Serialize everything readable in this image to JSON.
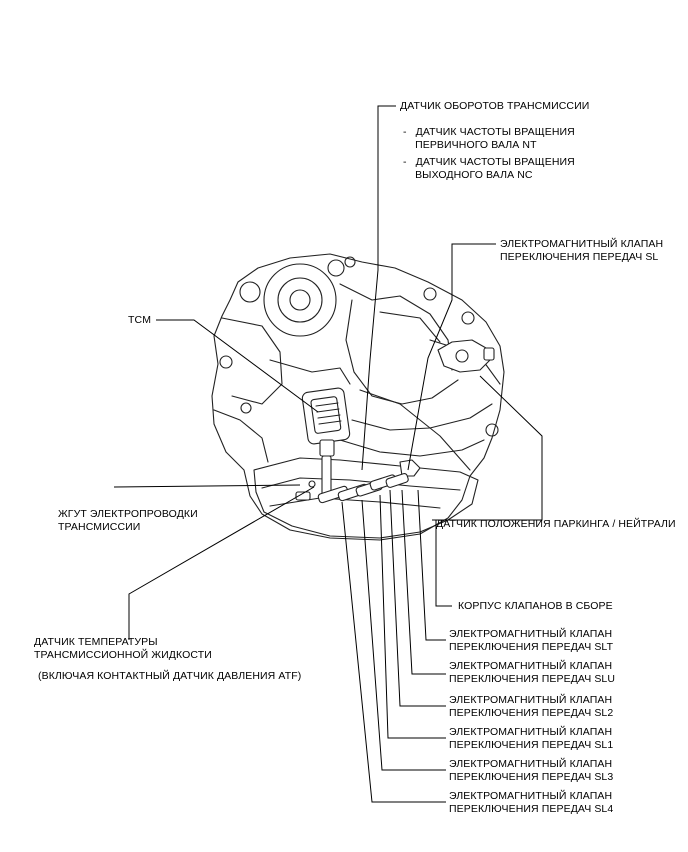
{
  "labels": {
    "speed_sensor": "ДАТЧИК ОБОРОТОВ ТРАНСМИССИИ",
    "nt_sensor": "-   ДАТЧИК ЧАСТОТЫ ВРАЩЕНИЯ\n    ПЕРВИЧНОГО ВАЛА NT",
    "nc_sensor": "-   ДАТЧИК ЧАСТОТЫ ВРАЩЕНИЯ\n    ВЫХОДНОГО ВАЛА NC",
    "solenoid_sl": "ЭЛЕКТРОМАГНИТНЫЙ КЛАПАН\nПЕРЕКЛЮЧЕНИЯ ПЕРЕДАЧ SL",
    "tcm": "TCM",
    "wire_harness": "ЖГУТ ЭЛЕКТРОПРОВОДКИ\nТРАНСМИССИИ",
    "park_neutral": "ДАТЧИК ПОЛОЖЕНИЯ ПАРКИНГА / НЕЙТРАЛИ",
    "valve_body": "КОРПУС КЛАПАНОВ В СБОРЕ",
    "fluid_temp": "ДАТЧИК ТЕМПЕРАТУРЫ\nТРАНСМИССИОННОЙ ЖИДКОСТИ",
    "fluid_temp_note": "(ВКЛЮЧАЯ КОНТАКТНЫЙ ДАТЧИК ДАВЛЕНИЯ ATF)",
    "solenoid_slt": "ЭЛЕКТРОМАГНИТНЫЙ КЛАПАН\nПЕРЕКЛЮЧЕНИЯ ПЕРЕДАЧ SLT",
    "solenoid_slu": "ЭЛЕКТРОМАГНИТНЫЙ КЛАПАН\nПЕРЕКЛЮЧЕНИЯ ПЕРЕДАЧ SLU",
    "solenoid_sl2": "ЭЛЕКТРОМАГНИТНЫЙ КЛАПАН\nПЕРЕКЛЮЧЕНИЯ ПЕРЕДАЧ SL2",
    "solenoid_sl1": "ЭЛЕКТРОМАГНИТНЫЙ КЛАПАН\nПЕРЕКЛЮЧЕНИЯ ПЕРЕДАЧ SL1",
    "solenoid_sl3": "ЭЛЕКТРОМАГНИТНЫЙ КЛАПАН\nПЕРЕКЛЮЧЕНИЯ ПЕРЕДАЧ SL3",
    "solenoid_sl4": "ЭЛЕКТРОМАГНИТНЫЙ КЛАПАН\nПЕРЕКЛЮЧЕНИЯ ПЕРЕДАЧ SL4"
  }
}
